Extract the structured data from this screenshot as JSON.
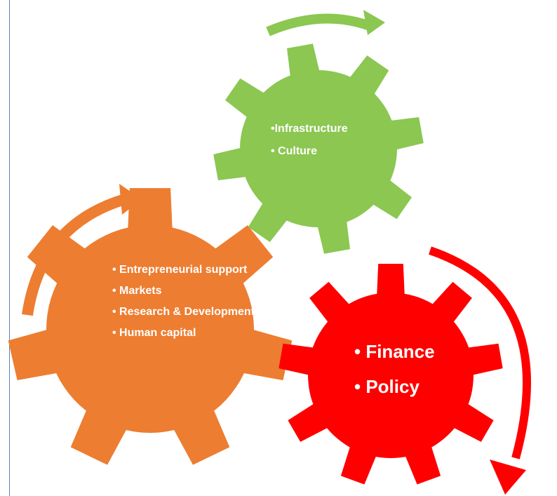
{
  "colors": {
    "orange": "#ED7D31",
    "green": "#8BC751",
    "red": "#FF0000",
    "text": "#FFFFFF",
    "rule": "#5B7FC0"
  },
  "gears": {
    "orange": {
      "items": [
        "• Entrepreneurial support",
        "• Markets",
        "• Research & Development",
        "• Human capital"
      ]
    },
    "green": {
      "items": [
        "•Infrastructure",
        "• Culture"
      ]
    },
    "red": {
      "items": [
        "• Finance",
        "• Policy"
      ]
    }
  }
}
